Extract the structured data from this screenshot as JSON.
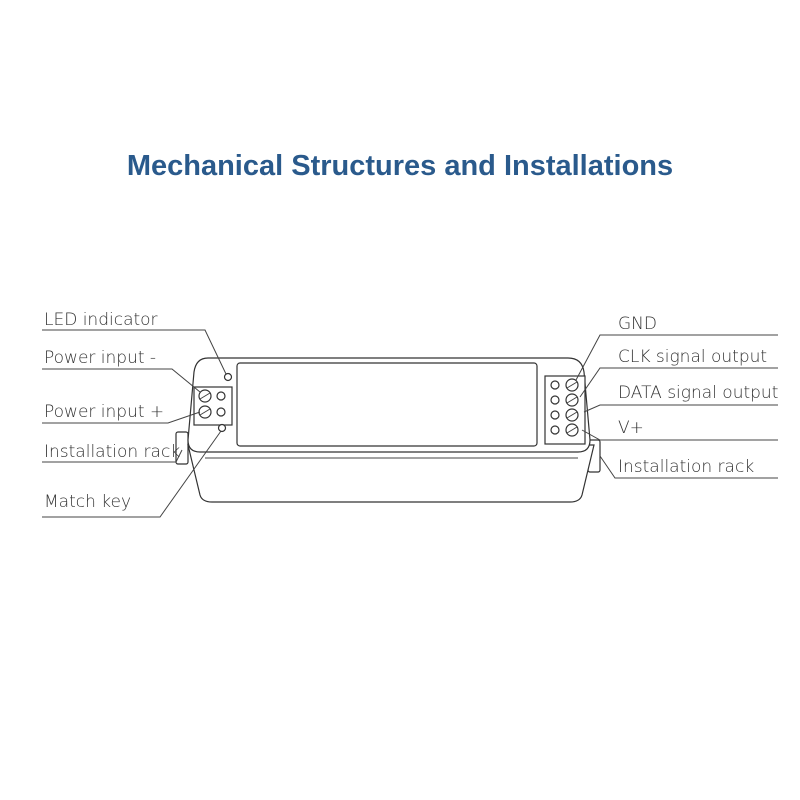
{
  "title": "Mechanical Structures and Installations",
  "labels_left": {
    "led_indicator": "LED indicator",
    "power_minus": "Power input -",
    "power_plus": "Power input +",
    "installation_rack": "Installation rack",
    "match_key": "Match key"
  },
  "labels_right": {
    "gnd": "GND",
    "clk": "CLK signal output",
    "data": "DATA signal output",
    "vplus": "V+",
    "installation_rack": "Installation rack"
  },
  "colors": {
    "title": "#2a5a8c",
    "line": "#333333"
  }
}
